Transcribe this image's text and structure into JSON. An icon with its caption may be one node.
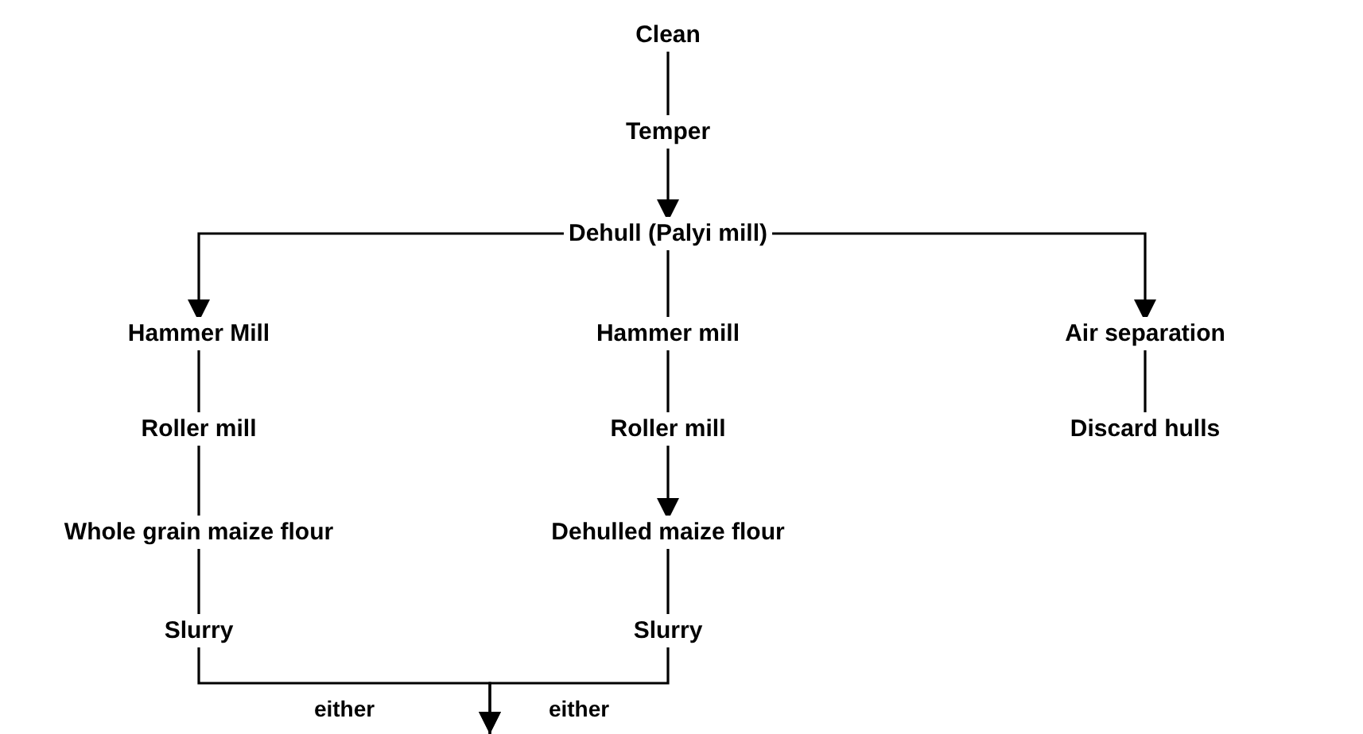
{
  "diagram": {
    "nodes": [
      {
        "text": [
          "Clean"
        ]
      },
      {
        "text": [
          "Temper"
        ]
      },
      {
        "text": [
          "Dehull (Palyi mill)"
        ]
      },
      {
        "text": [
          "Hammer Mill"
        ]
      },
      {
        "text": [
          "Roller mill"
        ]
      },
      {
        "text": [
          "Whole grain maize flour"
        ]
      },
      {
        "text": [
          "Slurry"
        ]
      },
      {
        "text": [
          "Hammer mill"
        ]
      },
      {
        "text": [
          "Roller mill"
        ]
      },
      {
        "text": [
          "Dehulled maize flour"
        ]
      },
      {
        "text": [
          "Slurry"
        ]
      },
      {
        "text": [
          "Air separation"
        ]
      },
      {
        "text": [
          "Discard hulls"
        ]
      }
    ],
    "edges": [
      {
        "from": 0,
        "to": 1,
        "arrow": "none"
      },
      {
        "from": 1,
        "to": 2,
        "arrow": "to"
      },
      {
        "from": 2,
        "to": 3,
        "arrow": "to"
      },
      {
        "from": 2,
        "to": 7,
        "arrow": "none"
      },
      {
        "from": 2,
        "to": 11,
        "arrow": "to"
      },
      {
        "from": 3,
        "to": 4,
        "arrow": "none"
      },
      {
        "from": 4,
        "to": 5,
        "arrow": "none"
      },
      {
        "from": 5,
        "to": 6,
        "arrow": "none"
      },
      {
        "from": 7,
        "to": 8,
        "arrow": "none"
      },
      {
        "from": 8,
        "to": 9,
        "arrow": "to"
      },
      {
        "from": 9,
        "to": 10,
        "arrow": "none"
      },
      {
        "from": 11,
        "to": 12,
        "arrow": "none"
      },
      {
        "from": 6,
        "to": null,
        "arrow": "to",
        "label": "either"
      },
      {
        "from": 10,
        "to": null,
        "arrow": "to",
        "label": "either"
      }
    ]
  }
}
